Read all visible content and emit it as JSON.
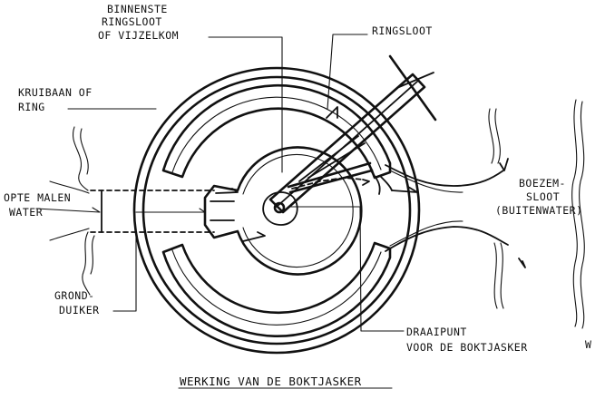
{
  "labels": {
    "binnenste_line1": "BINNENSTE",
    "binnenste_line2": "RINGSLOOT",
    "binnenste_line3": "OF VIJZELKOM",
    "ringsloot": "RINGSLOOT",
    "kruibaan_line1": "KRUIBAAN OF",
    "kruibaan_line2": "RING",
    "bemalen_line1": "OPTE MALEN",
    "bemalen_line2": "WATER",
    "boezem_line1": "BOEZEM-",
    "boezem_line2": "SLOOT",
    "boezem_line3": "(BUITENWATER)",
    "grondduiker_line1": "GROND-",
    "grondduiker_line2": "DUIKER",
    "draaipunt_line1": "DRAAIPUNT",
    "draaipunt_line2": "VOOR DE BOKTJASKER",
    "signature": "W"
  },
  "title": "WERKING VAN DE BOKTJASKER"
}
